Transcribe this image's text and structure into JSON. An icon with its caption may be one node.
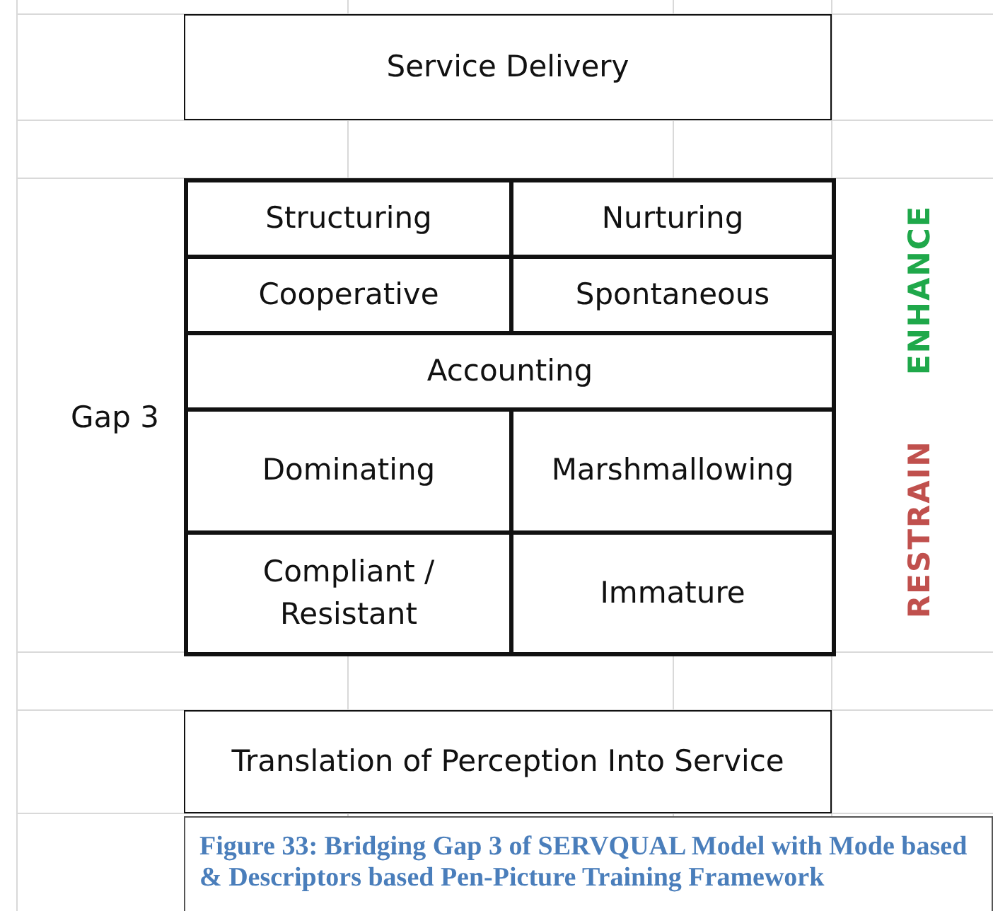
{
  "diagram": {
    "caption": "Figure 33: Bridging Gap 3 of SERVQUAL Model with Mode based & Descriptors based Pen-Picture Training Framework",
    "nodes": [
      {
        "text": [
          "Service Delivery"
        ]
      },
      {
        "text": [
          "Structuring"
        ]
      },
      {
        "text": [
          "Nurturing"
        ]
      },
      {
        "text": [
          "Cooperative"
        ]
      },
      {
        "text": [
          "Spontaneous"
        ]
      },
      {
        "text": [
          "Accounting"
        ]
      },
      {
        "text": [
          "Dominating"
        ]
      },
      {
        "text": [
          "Marshmallowing"
        ]
      },
      {
        "text": [
          "Compliant / Resistant"
        ]
      },
      {
        "text": [
          "Immature"
        ]
      },
      {
        "text": [
          "Translation of Perception Into Service"
        ]
      }
    ],
    "edges": [],
    "labels": [
      "Gap 3",
      "ENHANCE",
      "RESTRAIN"
    ]
  }
}
